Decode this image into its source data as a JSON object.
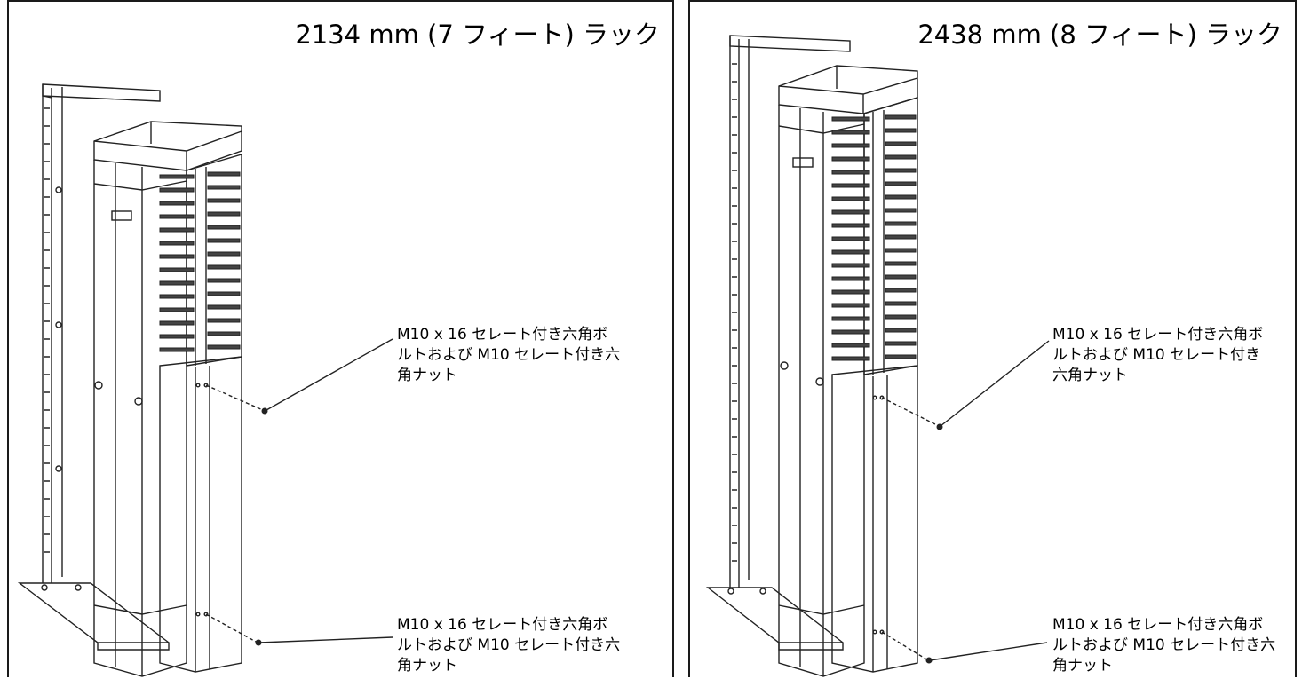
{
  "panels": [
    {
      "title": "2134 mm (7 フィート) ラック",
      "callouts": [
        "M10 x 16 セレート付き六角ボ\nルトおよび M10 セレート付き六\n角ナット",
        "M10 x 16 セレート付き六角ボ\nルトおよび M10 セレート付き六\n角ナット"
      ]
    },
    {
      "title": "2438 mm (8 フィート) ラック",
      "callouts": [
        "M10 x 16 セレート付き六角ボ\nルトおよび M10 セレート付き\n六角ナット",
        "M10 x 16 セレート付き六角ボ\nルトおよび M10 セレート付き六\n角ナット"
      ]
    }
  ]
}
